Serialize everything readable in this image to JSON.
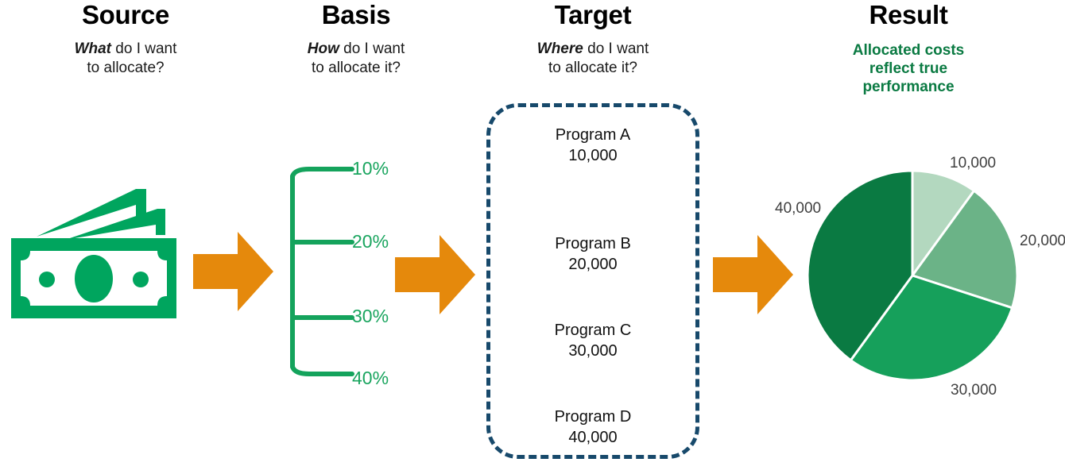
{
  "columns": [
    {
      "title": "Source",
      "lead": "What",
      "question_line1": " do I want",
      "question_line2": "to allocate?"
    },
    {
      "title": "Basis",
      "lead": "How",
      "question_line1": " do I want",
      "question_line2": "to allocate it?"
    },
    {
      "title": "Target",
      "lead": "Where",
      "question_line1": " do I want",
      "question_line2": "to allocate it?"
    },
    {
      "title": "Result",
      "result_line1": "Allocated costs",
      "result_line2": "reflect true",
      "result_line3": "performance"
    }
  ],
  "source": {
    "icon": "money-stack-icon"
  },
  "basis": {
    "percentages": [
      "10%",
      "20%",
      "30%",
      "40%"
    ]
  },
  "target": {
    "programs": [
      {
        "name": "Program A",
        "amount": "10,000"
      },
      {
        "name": "Program B",
        "amount": "20,000"
      },
      {
        "name": "Program C",
        "amount": "30,000"
      },
      {
        "name": "Program D",
        "amount": "40,000"
      }
    ]
  },
  "arrows": [
    {
      "name": "arrow-source-to-basis"
    },
    {
      "name": "arrow-basis-to-target"
    },
    {
      "name": "arrow-target-to-result"
    }
  ],
  "chart_data": {
    "type": "pie",
    "title": "",
    "labels": [
      "10,000",
      "20,000",
      "30,000",
      "40,000"
    ],
    "values": [
      10000,
      20000,
      30000,
      40000
    ],
    "percentages": [
      10,
      20,
      30,
      40
    ],
    "colors": [
      "#b3d8bf",
      "#6bb387",
      "#16a05b",
      "#0a7a42"
    ],
    "slice_border_color": "#ffffff",
    "label_color": "#3f3f3f",
    "start_angle_deg": 0,
    "direction": "clockwise",
    "legend": "none",
    "label_positions": [
      "top",
      "right",
      "bottom",
      "left"
    ]
  },
  "colors": {
    "money_green": "#00a55e",
    "bracket_green": "#14a35c",
    "percent_green": "#1aa55f",
    "arrow_orange": "#e5890c",
    "dashed_navy": "#17496b",
    "result_green": "#0a7a42",
    "text_black": "#111111"
  }
}
